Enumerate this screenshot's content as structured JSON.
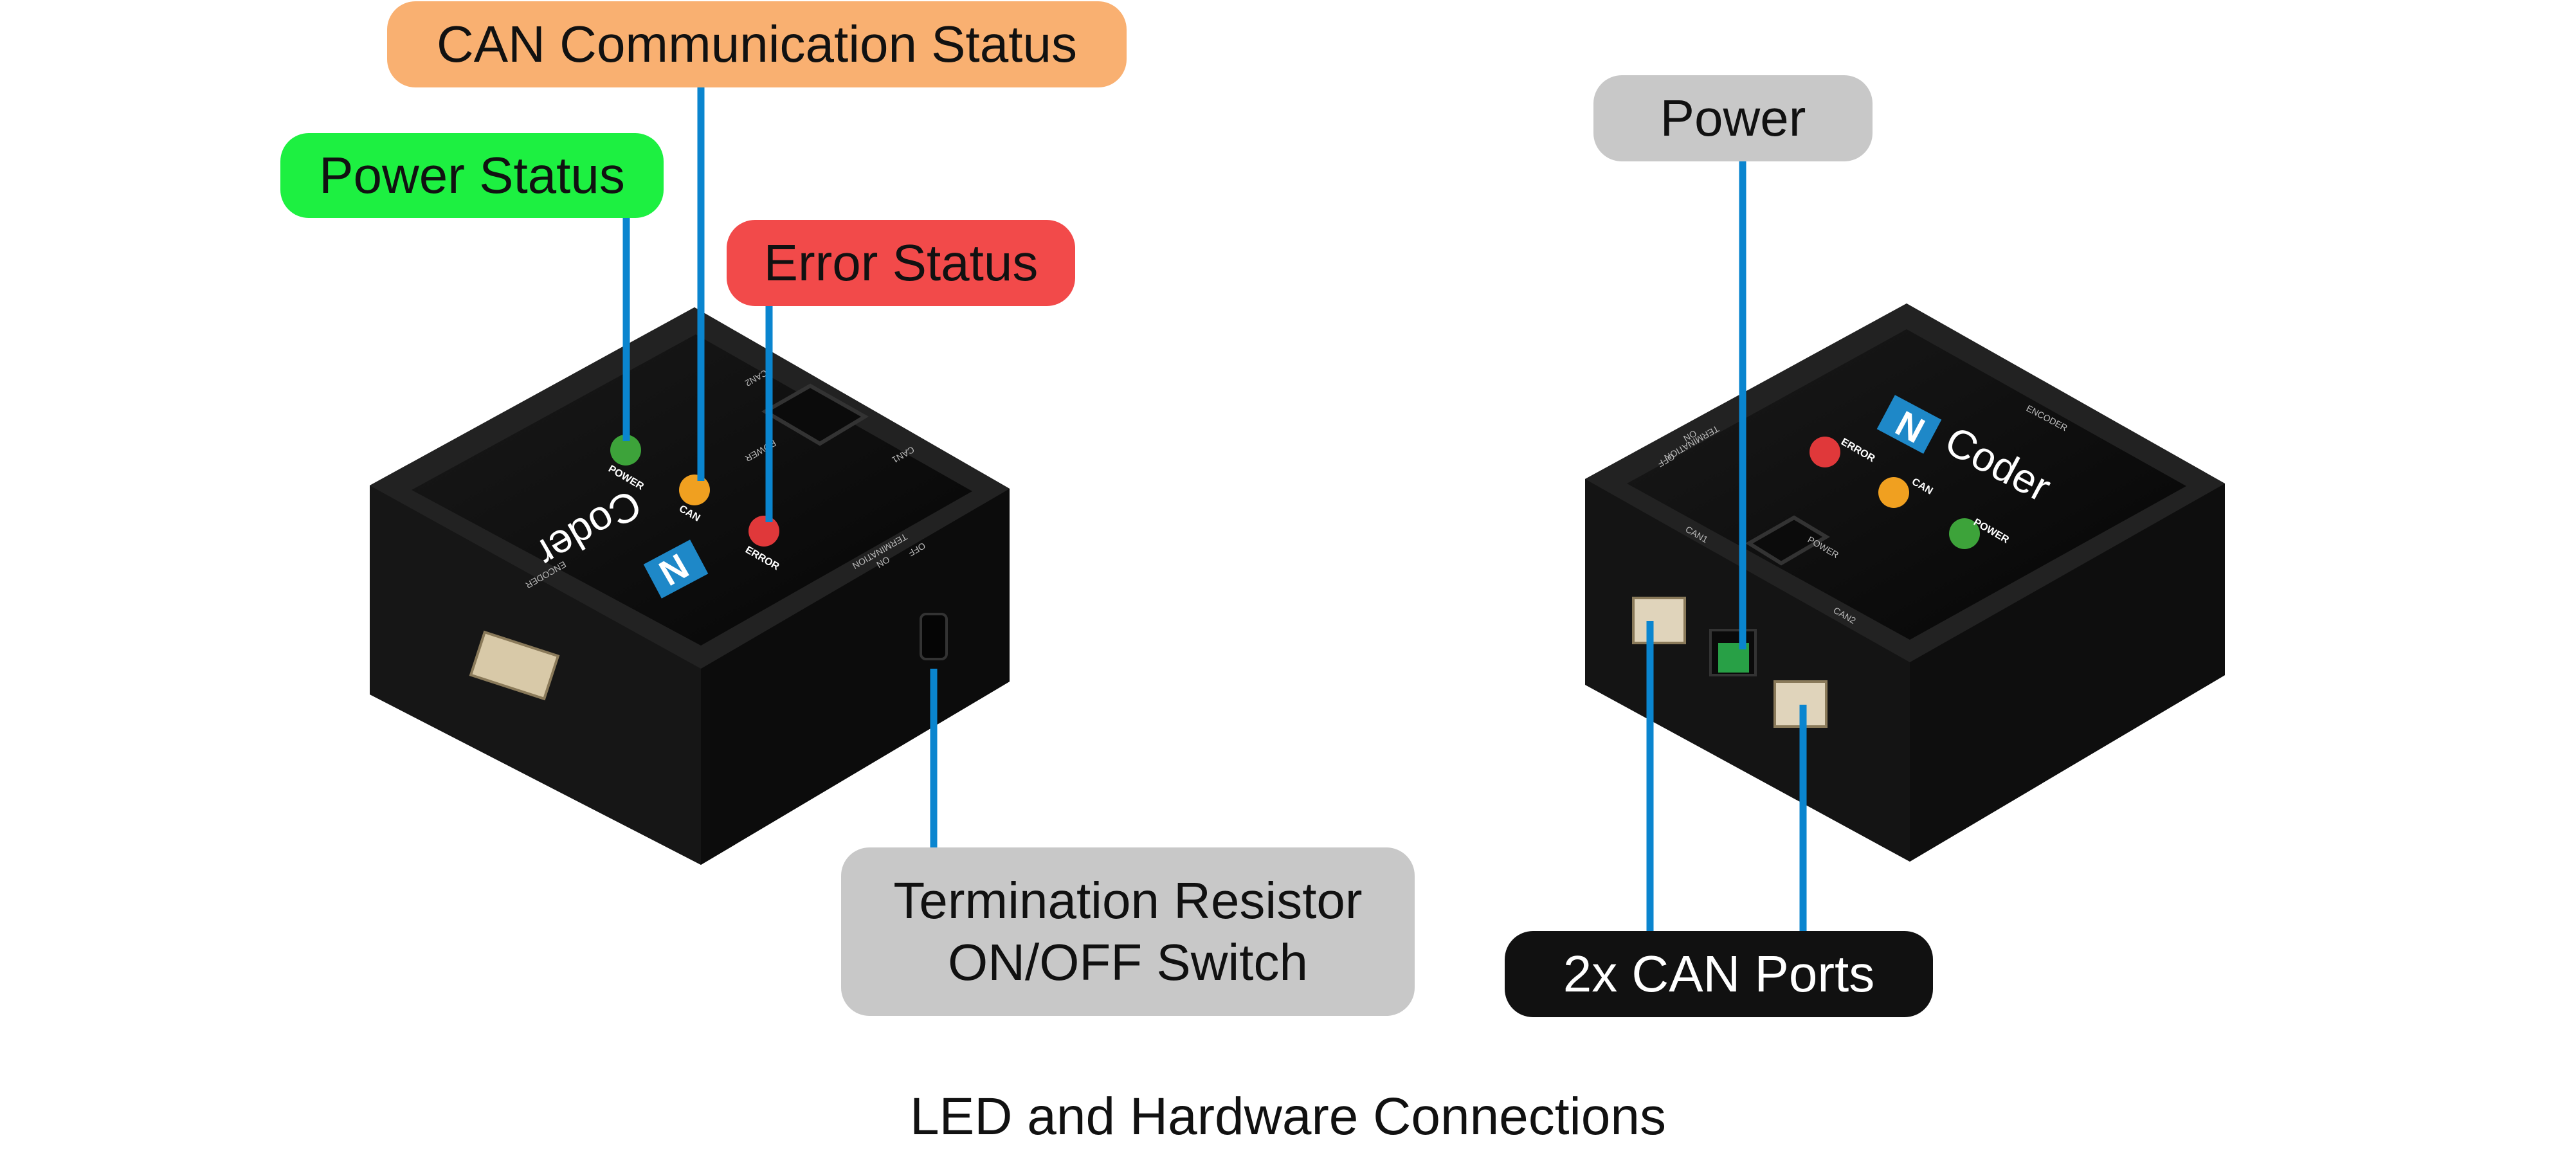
{
  "callouts": {
    "can_status": {
      "label": "CAN Communication Status",
      "color": "#F9B071"
    },
    "power_status": {
      "label": "Power Status",
      "color": "#1DF041"
    },
    "error_status": {
      "label": "Error Status",
      "color": "#F24A4A"
    },
    "power": {
      "label": "Power",
      "color": "#C8C8C8"
    },
    "termination": {
      "label": "Termination Resistor\nON/OFF Switch",
      "color": "#C8C8C8"
    },
    "can_ports": {
      "label": "2x CAN Ports",
      "color": "#111111"
    }
  },
  "leader_color": "#0A85CF",
  "device_left": {
    "logo_letter": "N",
    "logo_word": "Coder",
    "led_labels": {
      "power": "POWER",
      "can": "CAN",
      "error": "ERROR"
    },
    "port_labels": {
      "encoder": "ENCODER",
      "can1": "CAN1",
      "can2": "CAN2",
      "power": "POWER"
    },
    "switch_labels": {
      "termination": "TERMINATION",
      "on": "ON",
      "off": "OFF"
    },
    "led_colors": {
      "power": "#3DA33A",
      "can": "#F0A020",
      "error": "#E0383A"
    }
  },
  "device_right": {
    "logo_letter": "N",
    "logo_word": "Coder",
    "led_labels": {
      "power": "POWER",
      "can": "CAN",
      "error": "ERROR"
    },
    "port_labels": {
      "encoder": "ENCODER",
      "can1": "CAN1",
      "can2": "CAN2",
      "power": "POWER"
    },
    "switch_labels": {
      "termination": "TERMINATION",
      "on": "ON",
      "off": "OFF"
    },
    "led_colors": {
      "power": "#3DA33A",
      "can": "#F0A020",
      "error": "#E0383A"
    }
  },
  "caption": "LED and Hardware Connections"
}
